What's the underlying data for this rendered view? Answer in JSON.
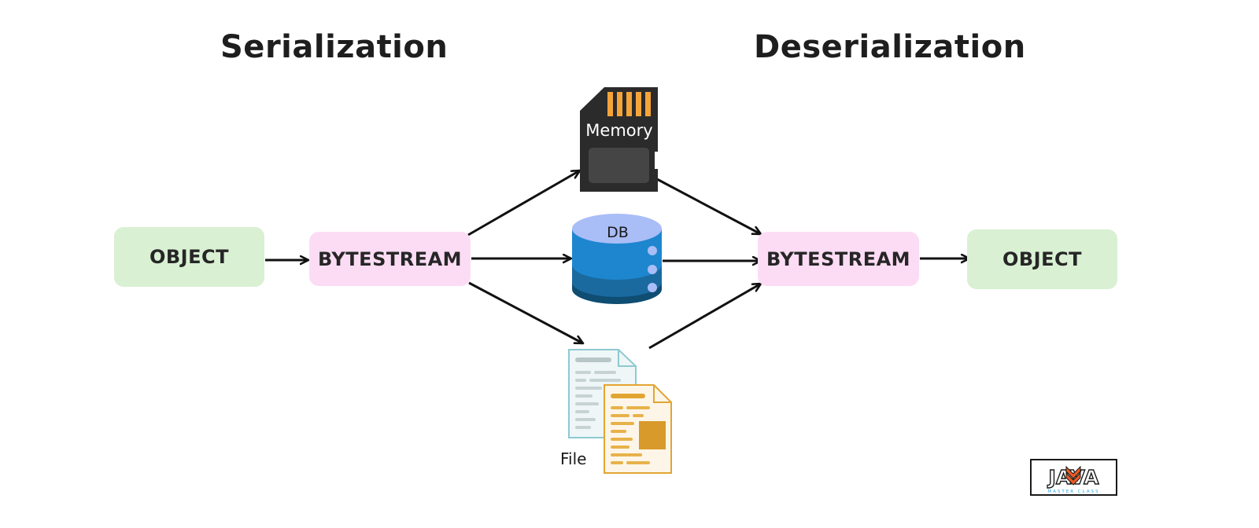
{
  "diagram": {
    "left_title": "Serialization",
    "right_title": "Deserialization",
    "nodes": {
      "object_left": "OBJECT",
      "bytestream_left": "BYTESTREAM",
      "bytestream_right": "BYTESTREAM",
      "object_right": "OBJECT"
    },
    "storage": {
      "memory": "Memory",
      "db": "DB",
      "file": "File"
    },
    "logo_text": "JAVA",
    "logo_subtext": "MASTER CLASS"
  },
  "icons": [
    "memory-card-icon",
    "database-icon",
    "document-files-icon",
    "java-master-class-logo"
  ],
  "colors": {
    "object_box": "#d9f0d3",
    "bytestream_box": "#fcdcf4",
    "memory_card": "#2b2b2b",
    "memory_pins": "#f5a43a",
    "db_top": "#a9bdf7",
    "db_layer1": "#1e86cf",
    "db_layer2": "#1a6aa0",
    "db_layer3": "#0f4d72",
    "file_front": "#e2a532",
    "file_back": "#8ec9d1",
    "logo_accent": "#f05a23"
  }
}
